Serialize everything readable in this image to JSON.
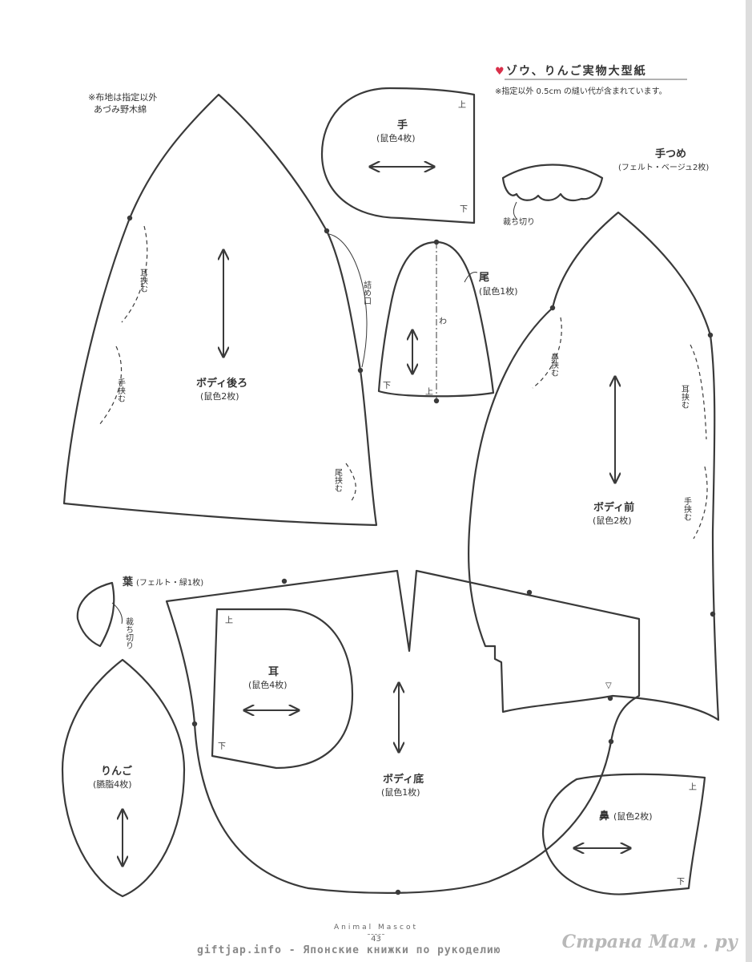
{
  "header": {
    "heart_icon": "heart-icon",
    "title": "ゾウ、りんご実物大型紙",
    "note": "※指定以外 0.5cm の縫い代が含まれています。"
  },
  "fabric_note": {
    "line1": "※布地は指定以外",
    "line2": "あづみ野木綿"
  },
  "pieces": {
    "hand": {
      "name": "手",
      "spec": "(鼠色4枚)",
      "top": "上",
      "bottom": "下"
    },
    "claw": {
      "name": "手つめ",
      "spec": "(フェルト・ベージュ2枚)",
      "cut": "裁ち切り"
    },
    "tail": {
      "name": "尾",
      "spec": "(鼠色1枚)",
      "fold": "わ",
      "top": "上",
      "bottom": "下"
    },
    "body_back": {
      "name": "ボディ後ろ",
      "spec": "(鼠色2枚)",
      "ear": "耳挟む",
      "hand": "手挟む",
      "tail": "尾挟む",
      "opening": "詰め口"
    },
    "body_front": {
      "name": "ボディ前",
      "spec": "(鼠色2枚)",
      "nose": "鼻挟む",
      "ear": "耳挟む",
      "hand": "手挟む"
    },
    "leaf": {
      "name": "葉",
      "spec": "(フェルト・緑1枚)",
      "cut": "裁ち切り"
    },
    "ear": {
      "name": "耳",
      "spec": "(鼠色4枚)",
      "top": "上",
      "bottom": "下"
    },
    "body_bottom": {
      "name": "ボディ底",
      "spec": "(鼠色1枚)"
    },
    "apple": {
      "name": "りんご",
      "spec": "(臙脂4枚)"
    },
    "nose": {
      "name": "鼻",
      "spec": "(鼠色2枚)",
      "top": "上",
      "bottom": "下"
    },
    "triangle_mark": "▽"
  },
  "footer": {
    "brand": "Animal Mascot",
    "page": "43",
    "watermark": "giftjap.info - Японские книжки по рукоделию",
    "site": "Страна Мам . ру"
  },
  "colors": {
    "heart": "#d9304a",
    "line": "#3a3a3a"
  }
}
